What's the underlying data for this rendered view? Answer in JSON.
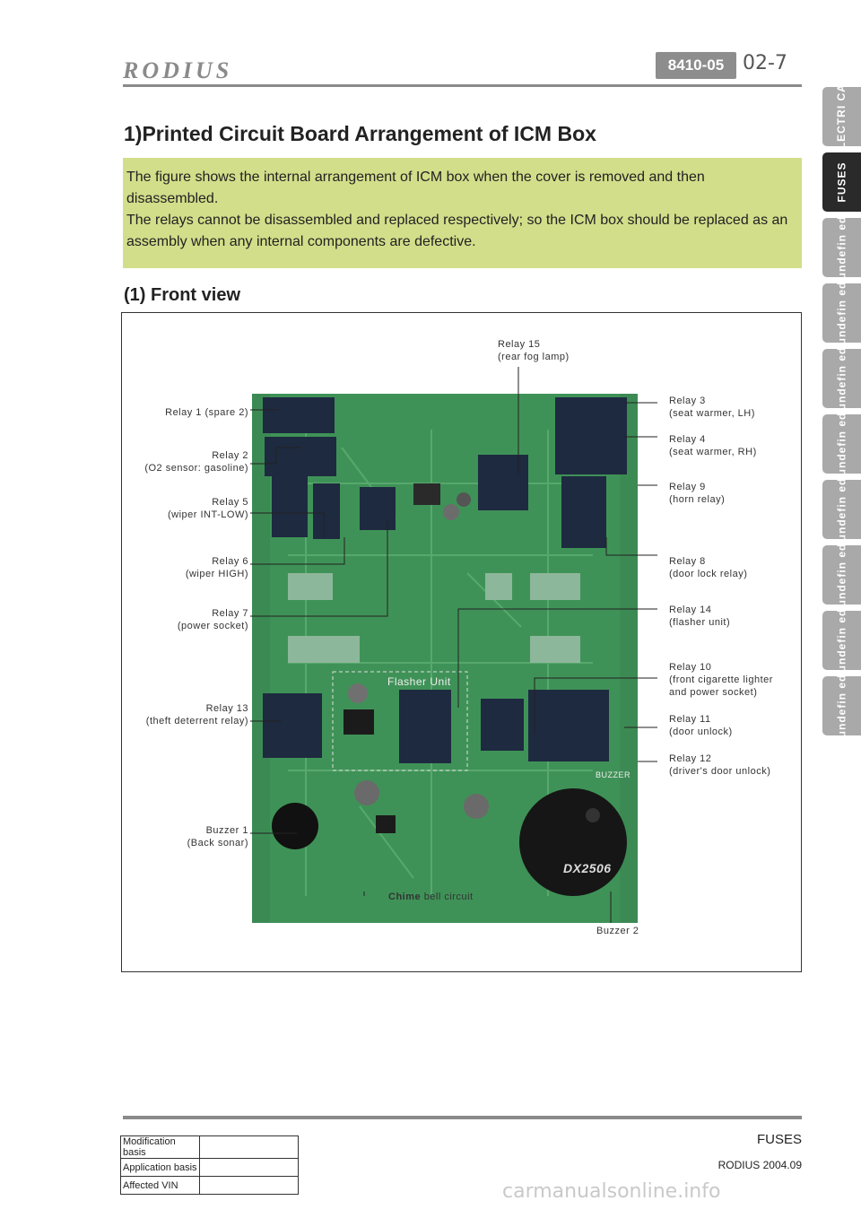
{
  "header": {
    "logo": "RODIUS",
    "section_code": "8410-05",
    "page_number": "02-7"
  },
  "side_tabs": [
    "ELECTRI CAL",
    "FUSES",
    "undefin ed",
    "undefin ed",
    "undefin ed",
    "undefin ed",
    "undefin ed",
    "undefin ed",
    "undefin ed",
    "undefin ed"
  ],
  "active_tab": 1,
  "title": "1)Printed Circuit Board Arrangement of ICM Box",
  "note": {
    "line1": "The figure shows the internal arrangement of ICM box when the cover is removed and then disassembled.",
    "line2": "The relays cannot be disassembled and replaced respectively; so the ICM box should be replaced as an assembly when any internal components are defective."
  },
  "subtitle": "(1) Front view",
  "figure": {
    "flasher_unit_text": "Flasher Unit",
    "buzzer_text": "BUZZER",
    "buzzer_model": "DX2506",
    "labels": {
      "relay15": [
        "Relay 15",
        "(rear fog lamp)"
      ],
      "relay1": [
        "Relay 1 (spare 2)"
      ],
      "relay2": [
        "Relay 2",
        "(O2 sensor: gasoline)"
      ],
      "relay5": [
        "Relay 5",
        "(wiper INT-LOW)"
      ],
      "relay6": [
        "Relay 6",
        "(wiper HIGH)"
      ],
      "relay7": [
        "Relay 7",
        "(power socket)"
      ],
      "relay13": [
        "Relay 13",
        "(theft deterrent relay)"
      ],
      "buzzer1": [
        "Buzzer 1",
        "(Back sonar)"
      ],
      "relay3": [
        "Relay 3",
        "(seat warmer, LH)"
      ],
      "relay4": [
        "Relay 4",
        "(seat warmer, RH)"
      ],
      "relay9": [
        "Relay 9",
        "(horn relay)"
      ],
      "relay8": [
        "Relay 8",
        "(door lock relay)"
      ],
      "relay14": [
        "Relay 14",
        "(flasher unit)"
      ],
      "relay10": [
        "Relay 10",
        "(front cigarette lighter",
        "and power socket)"
      ],
      "relay11": [
        "Relay 11",
        "(door unlock)"
      ],
      "relay12": [
        "Relay 12",
        "(driver's door unlock)"
      ],
      "chime": [
        "Chime",
        "bell circuit"
      ],
      "buzzer2": [
        "Buzzer 2"
      ]
    }
  },
  "footer": {
    "section": "FUSES",
    "model": "RODIUS 2004.09",
    "rev_rows": [
      "Modification basis",
      "Application basis",
      "Affected VIN"
    ],
    "watermark": "carmanualsonline.info"
  }
}
